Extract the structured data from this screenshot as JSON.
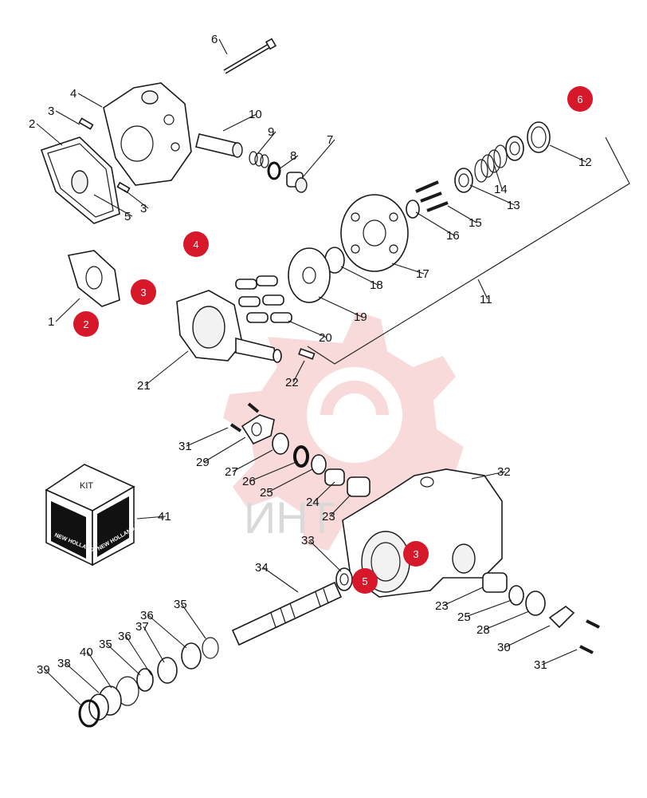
{
  "diagram": {
    "part_numbers": [
      "1",
      "2",
      "3",
      "3",
      "4",
      "5",
      "6",
      "7",
      "8",
      "9",
      "10",
      "11",
      "12",
      "13",
      "14",
      "15",
      "16",
      "17",
      "18",
      "19",
      "20",
      "21",
      "22",
      "23",
      "24",
      "25",
      "26",
      "27",
      "29",
      "31",
      "32",
      "33",
      "34",
      "23",
      "25",
      "28",
      "30",
      "31",
      "35",
      "36",
      "37",
      "35",
      "36",
      "38",
      "39",
      "40",
      "41"
    ],
    "markers": [
      "2",
      "3",
      "4",
      "6",
      "3",
      "5"
    ],
    "kit": {
      "label": "KIT",
      "brand": "NEW HOLLAND"
    },
    "watermark": "ИНТ"
  },
  "colors": {
    "marker": "#d7182a",
    "watermark": "#f4bcbc",
    "line": "#1a1a1a"
  }
}
